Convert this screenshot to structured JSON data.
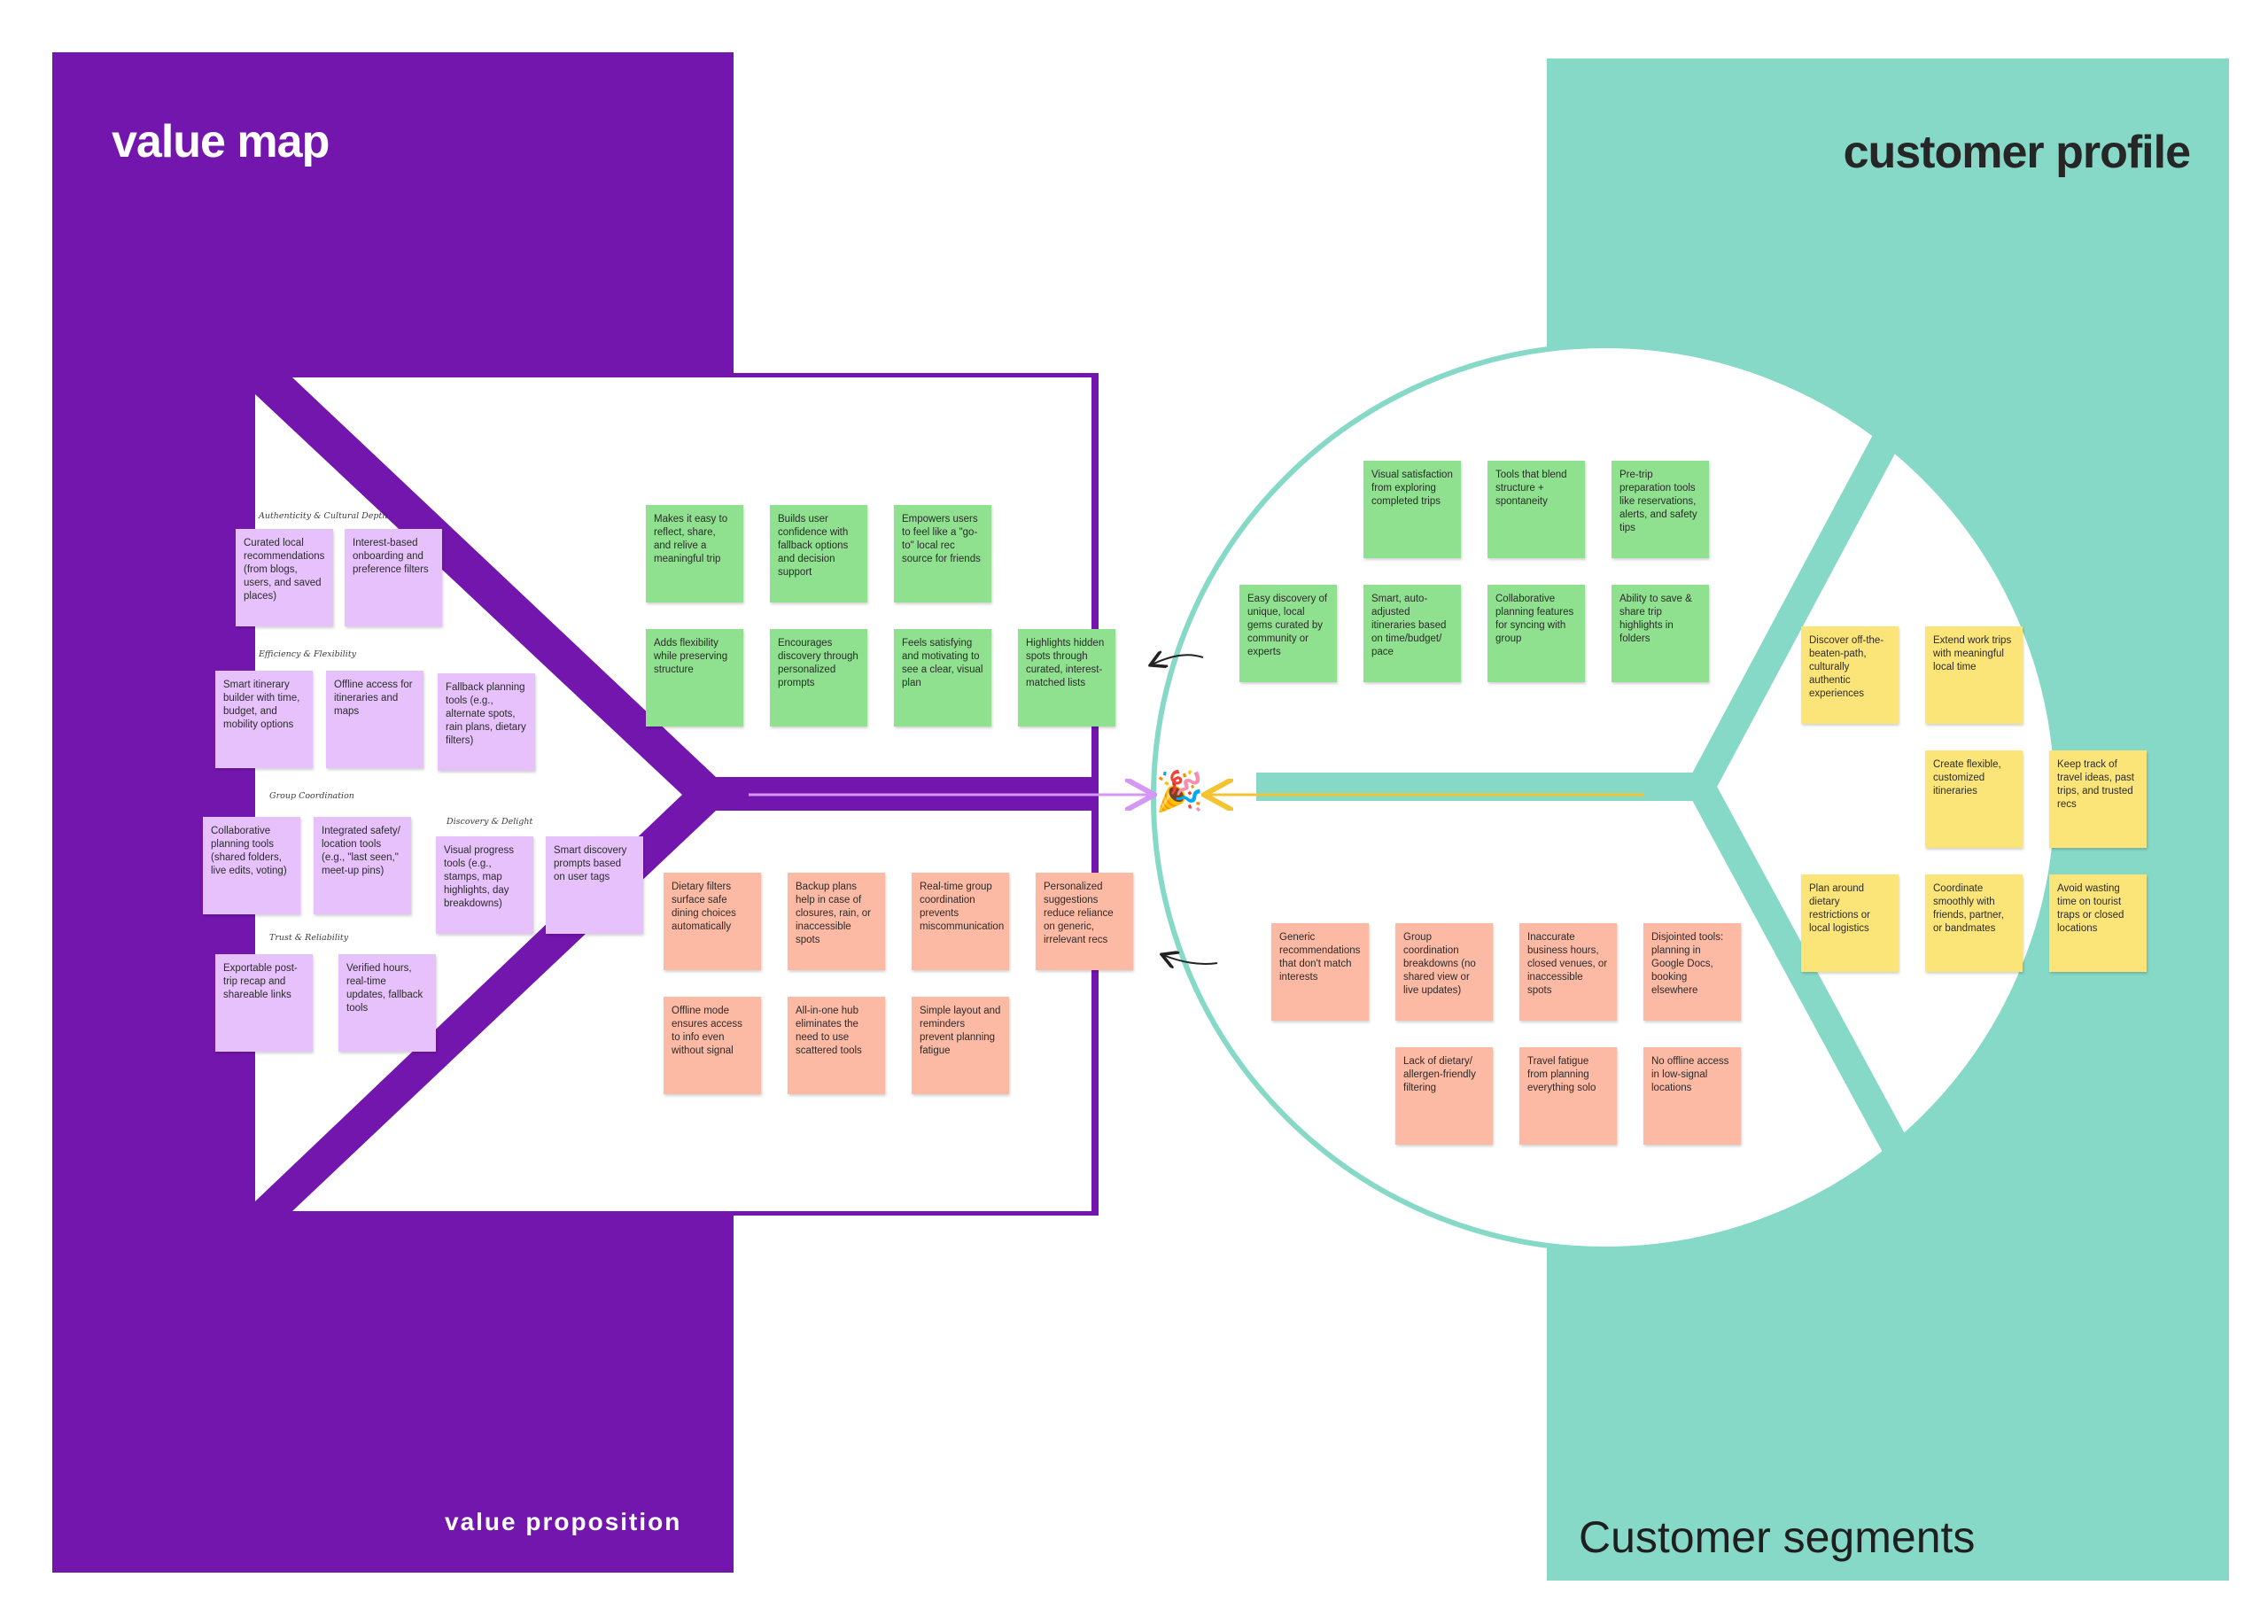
{
  "titles": {
    "value_map": "value map",
    "customer_profile": "customer profile",
    "value_proposition": "value proposition",
    "customer_segments": "Customer segments"
  },
  "colors": {
    "purple": "#7316ae",
    "teal": "#87d9c7",
    "note_purple": "#e6c1fb",
    "note_green": "#8fe08f",
    "note_salmon": "#fcb9a4",
    "note_yellow": "#fce578",
    "arrow_purple": "#d597f5",
    "arrow_yellow": "#f4c430"
  },
  "icons": {
    "celebration": "🎉"
  },
  "categories": {
    "authenticity": "Authenticity & Cultural Depth",
    "efficiency": "Efficiency & Flexibility",
    "group": "Group Coordination",
    "discovery": "Discovery & Delight",
    "trust": "Trust & Reliability"
  },
  "products_services": {
    "curated_local": "Curated local recommendations (from blogs, users, and saved places)",
    "interest_onboarding": "Interest-based onboarding and preference filters",
    "smart_itinerary": "Smart itinerary builder with time, budget, and mobility options",
    "offline_access": "Offline access for itineraries and maps",
    "fallback_planning": "Fallback planning tools (e.g., alternate spots, rain plans, dietary filters)",
    "collaborative_tools": "Collaborative planning tools (shared folders, live edits, voting)",
    "safety_location": "Integrated safety/ location tools (e.g., \"last seen,\" meet-up pins)",
    "visual_progress": "Visual progress tools (e.g., stamps, map highlights, day breakdowns)",
    "smart_discovery": "Smart discovery prompts based on user tags",
    "exportable_recap": "Exportable post-trip recap and shareable links",
    "verified_hours": "Verified hours, real-time updates, fallback tools"
  },
  "gain_creators": [
    "Makes it easy to reflect, share, and relive a meaningful trip",
    "Builds user confidence with fallback options and decision support",
    "Empowers users to feel like a \"go-to\" local rec source for friends",
    "Adds flexibility while preserving structure",
    "Encourages discovery through personalized prompts",
    "Feels satisfying and motivating to see a clear, visual plan",
    "Highlights hidden spots through curated, interest-matched lists"
  ],
  "pain_relievers": [
    "Dietary filters surface safe dining choices automatically",
    "Backup plans help in case of closures, rain, or inaccessible spots",
    "Real-time group coordination prevents miscommunication",
    "Personalized suggestions reduce reliance on generic, irrelevant recs",
    "Offline mode ensures access to info even without signal",
    "All-in-one hub eliminates the need to use scattered tools",
    "Simple layout and reminders prevent planning fatigue"
  ],
  "gains": [
    "Visual satisfaction from exploring completed trips",
    "Tools that blend structure + spontaneity",
    "Pre-trip preparation tools like reservations, alerts, and safety tips",
    "Easy discovery of unique, local gems curated by community or experts",
    "Smart, auto-adjusted itineraries based on time/budget/ pace",
    "Collaborative planning features for syncing with group",
    "Ability to save & share trip highlights in folders"
  ],
  "pains": [
    "Generic recommendations that don't match interests",
    "Group coordination breakdowns (no shared view or live updates)",
    "Inaccurate business hours, closed venues, or inaccessible spots",
    "Disjointed tools: planning in Google Docs, booking elsewhere",
    "Lack of dietary/ allergen-friendly filtering",
    "Travel fatigue from planning everything solo",
    "No offline access in low-signal locations"
  ],
  "customer_jobs": [
    "Discover off-the-beaten-path, culturally authentic experiences",
    "Extend work trips with meaningful local time",
    "Create flexible, customized itineraries",
    "Keep track of travel ideas, past trips, and trusted recs",
    "Plan around dietary restrictions or local logistics",
    "Coordinate smoothly with friends, partner, or bandmates",
    "Avoid wasting time on tourist traps or closed locations"
  ]
}
